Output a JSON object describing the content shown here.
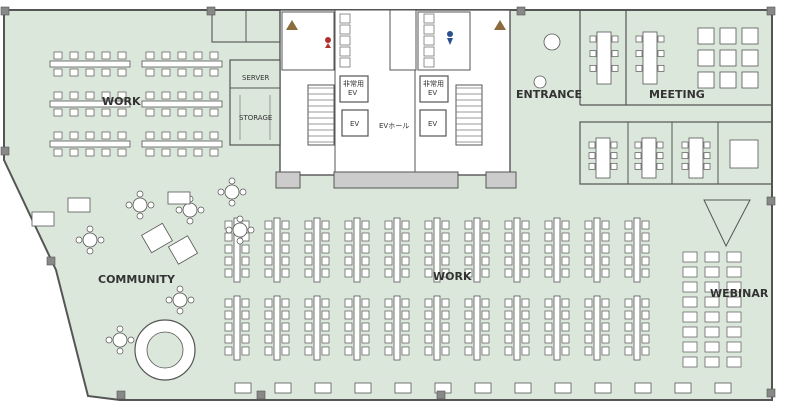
{
  "zones": {
    "work_top": "WORK",
    "work_main": "WORK",
    "community": "COMMUNITY",
    "entrance": "ENTRANCE",
    "meeting": "MEETING",
    "webinar": "WEBINAR"
  },
  "rooms": {
    "server": "SERVER",
    "storage": "STORAGE"
  },
  "core": {
    "emergency_ev_left": "非常用\nEV",
    "emergency_ev_right": "非常用\nEV",
    "ev_left": "EV",
    "ev_right": "EV",
    "ev_hall": "EVホール"
  },
  "colors": {
    "floor": "#dbe7db",
    "wall": "#555555",
    "core": "#ffffff"
  }
}
